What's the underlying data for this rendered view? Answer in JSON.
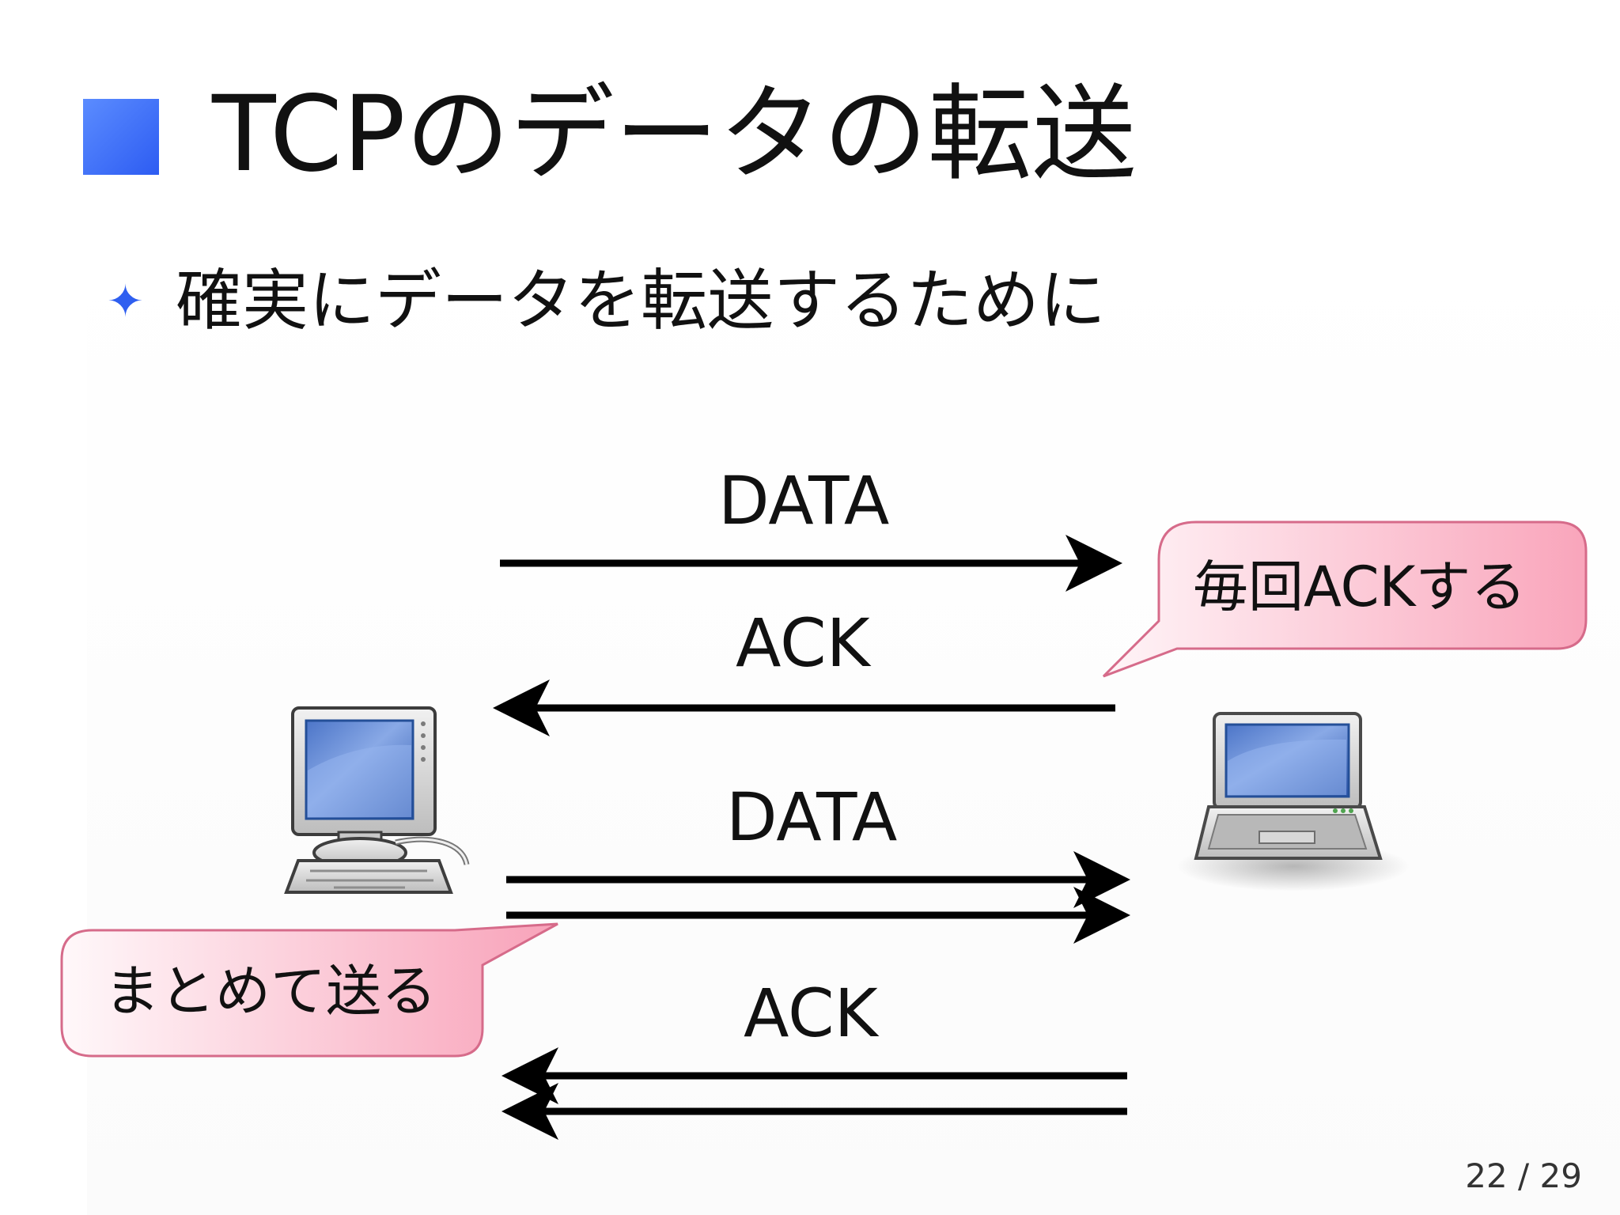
{
  "slide": {
    "title": "TCPのデータの転送",
    "bullet_icon": "four-point-star",
    "bullet_text": "確実にデータを転送するために",
    "page_current": "22",
    "page_total": "29",
    "page_separator": " / "
  },
  "diagram": {
    "first_sequence": {
      "data_label": "DATA",
      "ack_label": "ACK",
      "callout": "毎回ACKする"
    },
    "second_sequence": {
      "data_label": "DATA",
      "ack_label": "ACK",
      "callout": "まとめて送る"
    },
    "left_device": "desktop-computer-icon",
    "right_device": "laptop-icon"
  },
  "colors": {
    "accent": "#2f5ff0",
    "callout_fill_start": "#fff1f5",
    "callout_fill_end": "#f9a7bd",
    "callout_border": "#d9718f",
    "arrow": "#000000"
  }
}
